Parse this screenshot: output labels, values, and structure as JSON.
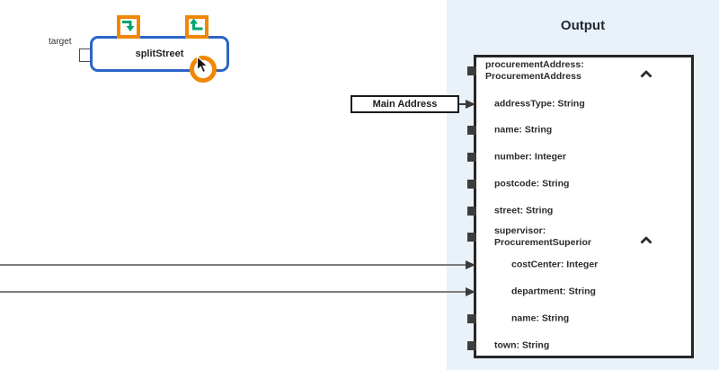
{
  "node": {
    "label": "splitStreet",
    "port_label": "target",
    "toolbar_icons": [
      "step-into-arrow",
      "step-out-arrow"
    ]
  },
  "connector_label": {
    "text": "Main Address"
  },
  "output_panel": {
    "title": "Output",
    "fields": [
      {
        "label": "procurementAddress: ProcurementAddress",
        "lines": [
          "procurementAddress:",
          "ProcurementAddress"
        ],
        "type": "ProcurementAddress",
        "indent": 0,
        "port": "square",
        "collapsible": true
      },
      {
        "label": "addressType: String",
        "lines": [
          "addressType: String"
        ],
        "type": "String",
        "indent": 1,
        "port": "arrow",
        "collapsible": false
      },
      {
        "label": "name: String",
        "lines": [
          "name: String"
        ],
        "type": "String",
        "indent": 1,
        "port": "square",
        "collapsible": false
      },
      {
        "label": "number: Integer",
        "lines": [
          "number: Integer"
        ],
        "type": "Integer",
        "indent": 1,
        "port": "square",
        "collapsible": false
      },
      {
        "label": "postcode: String",
        "lines": [
          "postcode: String"
        ],
        "type": "String",
        "indent": 1,
        "port": "square",
        "collapsible": false
      },
      {
        "label": "street: String",
        "lines": [
          "street: String"
        ],
        "type": "String",
        "indent": 1,
        "port": "square",
        "collapsible": false
      },
      {
        "label": "supervisor: ProcurementSuperior",
        "lines": [
          "supervisor:",
          "ProcurementSuperior"
        ],
        "type": "ProcurementSuperior",
        "indent": 1,
        "port": "square",
        "collapsible": true
      },
      {
        "label": "costCenter: Integer",
        "lines": [
          "costCenter: Integer"
        ],
        "type": "Integer",
        "indent": 2,
        "port": "arrow",
        "collapsible": false
      },
      {
        "label": "department: String",
        "lines": [
          "department: String"
        ],
        "type": "String",
        "indent": 2,
        "port": "arrow",
        "collapsible": false
      },
      {
        "label": "name: String",
        "lines": [
          "name: String"
        ],
        "type": "String",
        "indent": 2,
        "port": "square",
        "collapsible": false
      },
      {
        "label": "town: String",
        "lines": [
          "town: String"
        ],
        "type": "String",
        "indent": 1,
        "port": "square",
        "collapsible": false
      }
    ]
  },
  "connections": [
    {
      "from": "Main Address",
      "to": "addressType"
    },
    {
      "from": "offscreen-left",
      "to": "costCenter"
    },
    {
      "from": "offscreen-left",
      "to": "department"
    }
  ],
  "colors": {
    "accent_orange": "#F08705",
    "accent_green": "#00A36D",
    "node_blue": "#2C64C8",
    "panel_bg": "#E9F1F9",
    "box_border": "#262626",
    "line_gray": "#7C7C7C"
  }
}
